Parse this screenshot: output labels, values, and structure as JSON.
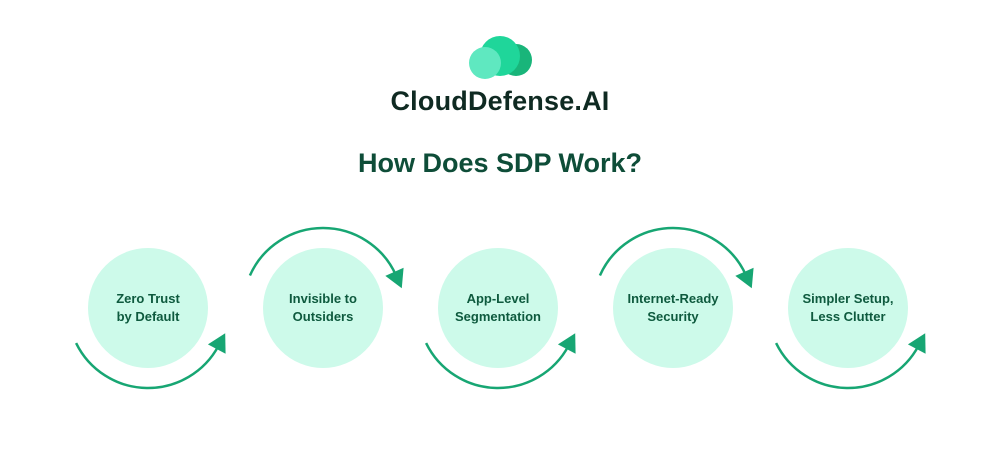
{
  "brand": {
    "name": "CloudDefense.AI",
    "logo_icon": "cloud-logo-icon"
  },
  "title": "How Does SDP Work?",
  "colors": {
    "circle": "#cdfaea",
    "arrow": "#17a673",
    "text": "#0e5a3e"
  },
  "steps": [
    {
      "line1": "Zero Trust",
      "line2": "by Default",
      "arrow": "bottom"
    },
    {
      "line1": "Invisible to",
      "line2": "Outsiders",
      "arrow": "top"
    },
    {
      "line1": "App-Level",
      "line2": "Segmentation",
      "arrow": "bottom"
    },
    {
      "line1": "Internet-Ready",
      "line2": "Security",
      "arrow": "top"
    },
    {
      "line1": "Simpler Setup,",
      "line2": "Less Clutter",
      "arrow": "bottom"
    }
  ]
}
